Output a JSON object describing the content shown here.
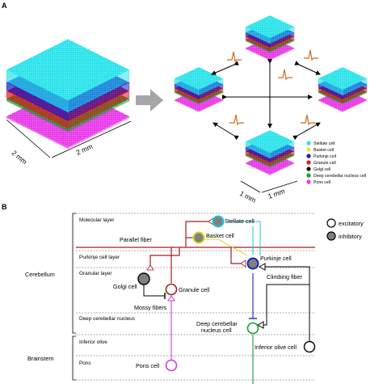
{
  "panel_a": {
    "letter": "A",
    "dim_left": "2 mm",
    "dim_right": "2 mm",
    "dim_small_left": "1 mm",
    "dim_small_right": "1 mm",
    "legend": [
      {
        "label": "Stellate cell",
        "color": "#29e3ea"
      },
      {
        "label": "Basket cell",
        "color": "#e8e82a"
      },
      {
        "label": "Purkinje cell",
        "color": "#1818c8"
      },
      {
        "label": "Granule cell",
        "color": "#e01818"
      },
      {
        "label": "Golgi cell",
        "color": "#111111"
      },
      {
        "label": "Deep cerebellar nucleus cell",
        "color": "#1a9a32"
      },
      {
        "label": "Pons cell",
        "color": "#e838e8"
      }
    ]
  },
  "panel_b": {
    "letter": "B",
    "regions": {
      "cerebellum": "Cerebellum",
      "brainstem": "Brainstem"
    },
    "layers": {
      "molecular": "Molecular layer",
      "purkinje": "Purkinje cell layer",
      "granular": "Granular layer",
      "deep": "Deep cerebellar nucleus",
      "olive": "Inferior olive",
      "pons": "Pons"
    },
    "cells": {
      "stellate": "Stellate cell",
      "basket": "Basket cell",
      "purkinje": "Purkinje cell",
      "golgi": "Golgi cell",
      "granule": "Granule cell",
      "dcn_line1": "Deep cerebellar",
      "dcn_line2": "nucleus cell",
      "io": "Inferior olive cell",
      "pons": "Pons cell"
    },
    "fibers": {
      "parallel": "Parallel fiber",
      "mossy": "Mossy fibers",
      "climbing": "Climbing fiber"
    },
    "legend": {
      "excitatory": "excitatory",
      "inhibitory": "inhibitory"
    }
  }
}
